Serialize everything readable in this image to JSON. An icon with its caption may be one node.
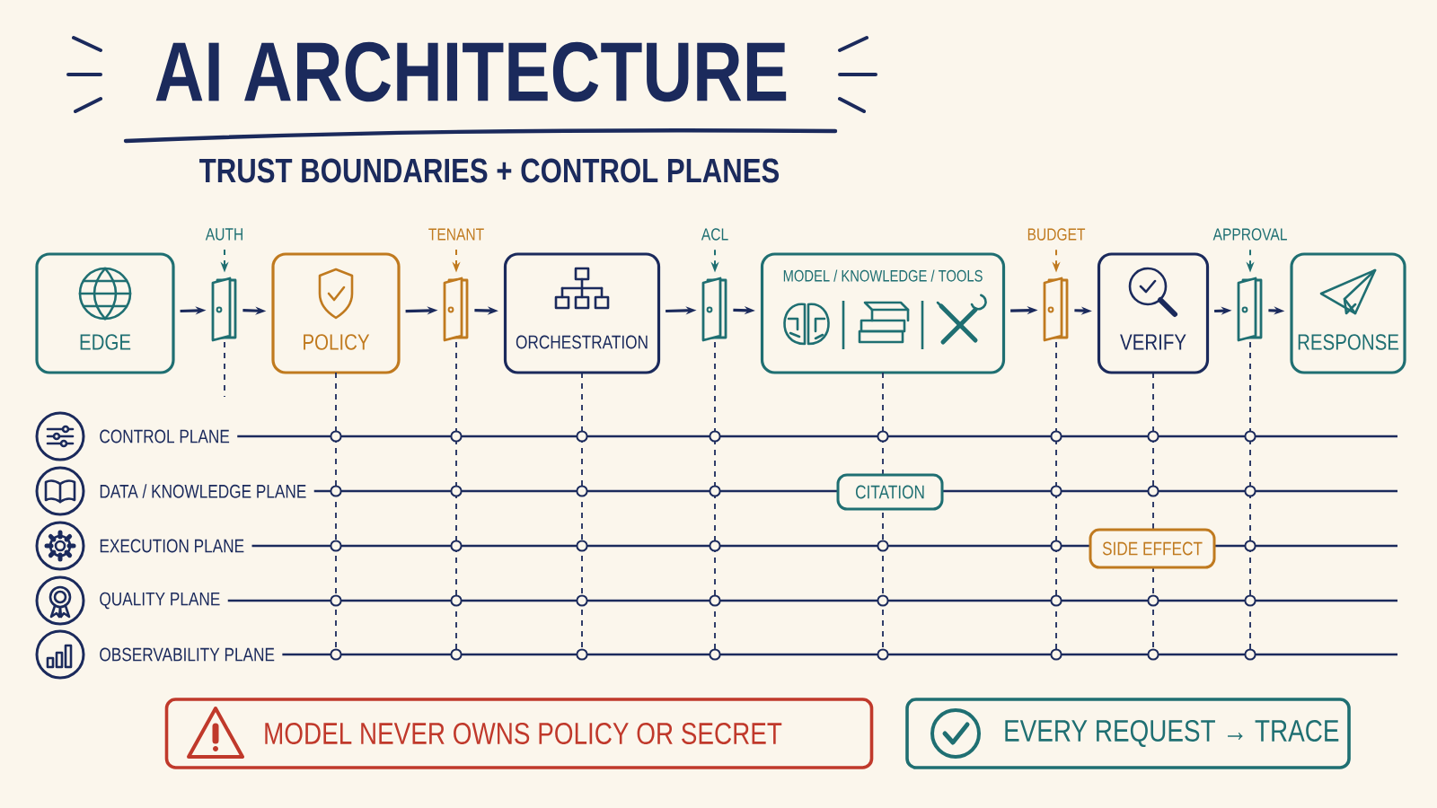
{
  "diagram": {
    "title": "AI ARCHITECTURE",
    "nodes": [
      {
        "text": [
          "EDGE"
        ]
      },
      {
        "text": [
          "AUTH"
        ]
      },
      {
        "text": [],
        "shape": "door"
      },
      {
        "text": [
          "POLICY"
        ]
      },
      {
        "text": [
          "TENANT"
        ]
      },
      {
        "text": [],
        "shape": "door"
      },
      {
        "text": [
          "ORCHESTRATION"
        ]
      },
      {
        "text": [
          "ACL"
        ]
      },
      {
        "text": [],
        "shape": "door"
      },
      {
        "text": [
          "MODEL / KNOWLEDGE / TOOLS"
        ]
      },
      {
        "text": [
          "BUDGET"
        ]
      },
      {
        "text": [],
        "shape": "door"
      },
      {
        "text": [
          "VERIFY"
        ]
      },
      {
        "text": [
          "APPROVAL"
        ]
      },
      {
        "text": [],
        "shape": "door"
      },
      {
        "text": [
          "RESPONSE"
        ]
      },
      {
        "text": [
          "CONTROL PLANE"
        ]
      },
      {
        "text": [
          "DATA / KNOWLEDGE PLANE"
        ]
      },
      {
        "text": [
          "EXECUTION PLANE"
        ]
      },
      {
        "text": [
          "QUALITY PLANE"
        ]
      },
      {
        "text": [
          "OBSERVABILITY PLANE"
        ]
      },
      {
        "text": [
          "CITATION"
        ]
      },
      {
        "text": [
          "SIDE EFFECT"
        ]
      },
      {
        "text": [
          "MODEL NEVER OWNS POLICY OR SECRET"
        ]
      },
      {
        "text": [
          "EVERY REQUEST → TRACE"
        ]
      }
    ],
    "edges": [
      {
        "from": 0,
        "to": 2,
        "arrow": "to"
      },
      {
        "from": 2,
        "to": 3,
        "arrow": "to"
      },
      {
        "from": 3,
        "to": 5,
        "arrow": "to"
      },
      {
        "from": 5,
        "to": 6,
        "arrow": "to"
      },
      {
        "from": 6,
        "to": 8,
        "arrow": "to"
      },
      {
        "from": 8,
        "to": 9,
        "arrow": "to"
      },
      {
        "from": 9,
        "to": 11,
        "arrow": "to"
      },
      {
        "from": 11,
        "to": 12,
        "arrow": "to"
      },
      {
        "from": 12,
        "to": 14,
        "arrow": "to"
      },
      {
        "from": 14,
        "to": 15,
        "arrow": "to"
      },
      {
        "from": 1,
        "to": 2,
        "arrow": "to",
        "style": "dashed",
        "color": "#1f6f72"
      },
      {
        "from": 4,
        "to": 5,
        "arrow": "to",
        "style": "dashed",
        "color": "#c07a1f"
      },
      {
        "from": 7,
        "to": 8,
        "arrow": "to",
        "style": "dashed",
        "color": "#1f6f72"
      },
      {
        "from": 10,
        "to": 11,
        "arrow": "to",
        "style": "dashed",
        "color": "#c07a1f"
      },
      {
        "from": 13,
        "to": 14,
        "arrow": "to",
        "style": "dashed",
        "color": "#1f6f72"
      }
    ],
    "labels": [
      "TRUST BOUNDARIES + CONTROL PLANES"
    ]
  }
}
